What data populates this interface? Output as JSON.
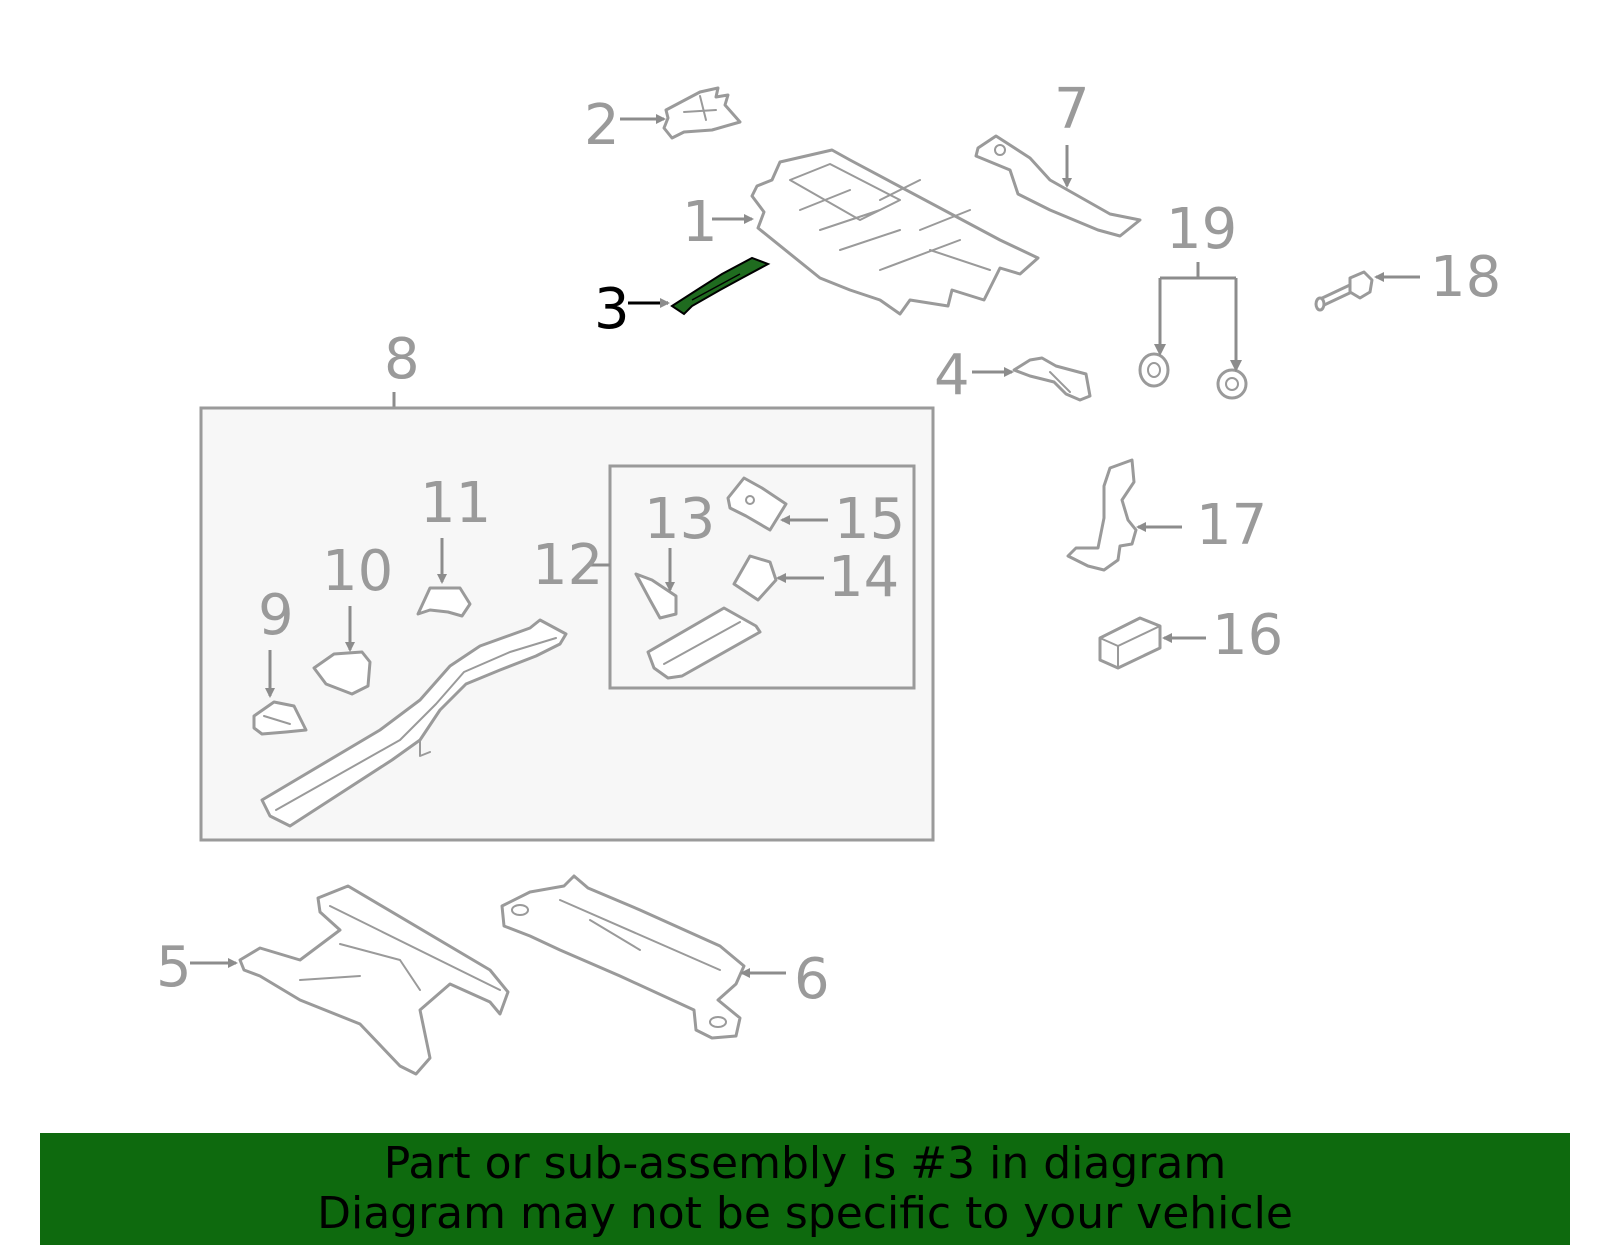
{
  "callouts": {
    "c1": "1",
    "c2": "2",
    "c3": "3",
    "c4": "4",
    "c5": "5",
    "c6": "6",
    "c7": "7",
    "c8": "8",
    "c9": "9",
    "c10": "10",
    "c11": "11",
    "c12": "12",
    "c13": "13",
    "c14": "14",
    "c15": "15",
    "c16": "16",
    "c17": "17",
    "c18": "18",
    "c19": "19"
  },
  "highlight": {
    "part_number": "3",
    "color": "#1f6b1f"
  },
  "banner": {
    "line1": "Part or sub-assembly is #3 in diagram",
    "line2": "Diagram may not be specific to your vehicle",
    "background": "#0e6a0e"
  }
}
